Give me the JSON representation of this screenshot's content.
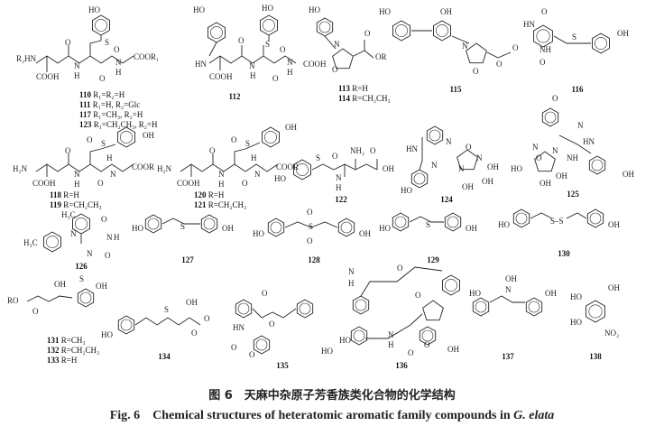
{
  "caption": {
    "cn": "图 6　天麻中杂原子芳香族类化合物的化学结构",
    "en_prefix": "Fig. 6　Chemical structures of heteratomic aromatic family compounds in ",
    "en_species": "G. elata"
  },
  "compounds": [
    {
      "id": "110-group",
      "labels": [
        "110 R₁=R₂=H",
        "111 R₁=H, R₂=Glc",
        "117 R₁=CH₃, R₂=H",
        "123 R₁=CH₂CH₃, R₂=H"
      ],
      "atoms": [
        "HO",
        "R₂HN",
        "COOH",
        "O",
        "N",
        "H",
        "S",
        "O",
        "N",
        "H",
        "O",
        "COOR₁"
      ]
    },
    {
      "id": "112",
      "labels": [
        "112"
      ],
      "atoms": [
        "HO",
        "HO",
        "HN",
        "COOH",
        "O",
        "N",
        "H",
        "S",
        "O",
        "N",
        "H",
        "O",
        "COOH"
      ]
    },
    {
      "id": "113-group",
      "labels": [
        "113 R=H",
        "114 R=CH₂CH₃"
      ],
      "atoms": [
        "HO",
        "N",
        "O",
        "O",
        "OR"
      ]
    },
    {
      "id": "115",
      "labels": [
        "115"
      ],
      "atoms": [
        "HO",
        "OH",
        "N",
        "O",
        "O",
        "O"
      ]
    },
    {
      "id": "116",
      "labels": [
        "116"
      ],
      "atoms": [
        "O",
        "HN",
        "NH",
        "O",
        "S",
        "OH"
      ]
    },
    {
      "id": "118-group",
      "labels": [
        "118 R=H",
        "119 R=CH₂CH₃"
      ],
      "atoms": [
        "OH",
        "O",
        "S",
        "H₂N",
        "COOH",
        "O",
        "N",
        "H",
        "H",
        "N",
        "O",
        "COOR"
      ]
    },
    {
      "id": "120-group",
      "labels": [
        "120 R=H",
        "121 R=CH₂CH₃"
      ],
      "atoms": [
        "OH",
        "O",
        "S",
        "H₂N",
        "COOH",
        "O",
        "N",
        "H",
        "H",
        "N",
        "O",
        "COOR"
      ]
    },
    {
      "id": "122",
      "labels": [
        "122"
      ],
      "atoms": [
        "HO",
        "S",
        "O",
        "N",
        "H",
        "NH₂",
        "O",
        "OH"
      ]
    },
    {
      "id": "124",
      "labels": [
        "124"
      ],
      "atoms": [
        "HN",
        "N",
        "N",
        "N",
        "N",
        "O",
        "OH",
        "OH",
        "OH",
        "HO"
      ]
    },
    {
      "id": "125",
      "labels": [
        "125"
      ],
      "atoms": [
        "O",
        "N",
        "HN",
        "N",
        "N",
        "NH",
        "HO",
        "O",
        "OH",
        "OH",
        "OH"
      ]
    },
    {
      "id": "126",
      "labels": [
        "126"
      ],
      "atoms": [
        "H₃C",
        "H₃C",
        "N",
        "N",
        "N",
        "H",
        "O",
        "O"
      ]
    },
    {
      "id": "127",
      "labels": [
        "127"
      ],
      "atoms": [
        "HO",
        "S",
        "OH"
      ]
    },
    {
      "id": "128",
      "labels": [
        "128"
      ],
      "atoms": [
        "HO",
        "O",
        "S",
        "O",
        "OH"
      ]
    },
    {
      "id": "129",
      "labels": [
        "129"
      ],
      "atoms": [
        "HO",
        "S",
        "OH"
      ]
    },
    {
      "id": "130",
      "labels": [
        "130"
      ],
      "atoms": [
        "HO",
        "S–S",
        "OH"
      ]
    },
    {
      "id": "131-group",
      "labels": [
        "131 R=CH₃",
        "132 R=CH₂CH₃",
        "133 R=H"
      ],
      "atoms": [
        "OH",
        "RO",
        "O",
        "S",
        "OH"
      ]
    },
    {
      "id": "134",
      "labels": [
        "134"
      ],
      "atoms": [
        "HO",
        "S",
        "OH",
        "O",
        "O"
      ]
    },
    {
      "id": "135",
      "labels": [
        "135"
      ],
      "atoms": [
        "O",
        "O",
        "HN",
        "O",
        "O"
      ]
    },
    {
      "id": "136",
      "labels": [
        "136"
      ],
      "atoms": [
        "N",
        "H",
        "O",
        "O",
        "HO",
        "N",
        "H",
        "O",
        "O",
        "OH",
        "HO"
      ]
    },
    {
      "id": "137",
      "labels": [
        "137"
      ],
      "atoms": [
        "HO",
        "N",
        "OH",
        "OH"
      ]
    },
    {
      "id": "138",
      "labels": [
        "138"
      ],
      "atoms": [
        "HO",
        "OH",
        "HO",
        "NO₂"
      ]
    }
  ]
}
